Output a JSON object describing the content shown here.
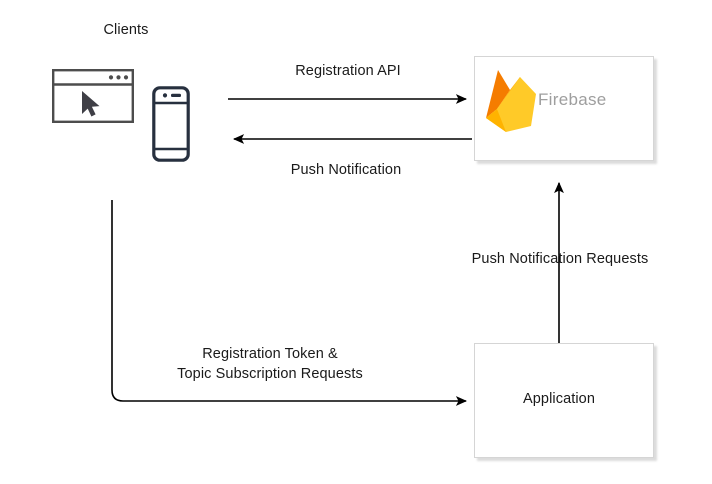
{
  "diagram": {
    "title_label": "Clients",
    "nodes": [
      {
        "id": "firebase",
        "label": "Firebase",
        "icon": "firebase-flame-icon",
        "colors": {
          "flame_dark": "#f57c00",
          "flame_mid": "#ffa000",
          "flame_light": "#ffca28",
          "text": "#9e9e9e"
        }
      },
      {
        "id": "application",
        "label": "Application"
      }
    ],
    "client_icons": [
      {
        "id": "browser",
        "icon": "browser-window-icon"
      },
      {
        "id": "phone",
        "icon": "mobile-phone-icon"
      }
    ],
    "edges": [
      {
        "id": "registration-api",
        "label": "Registration API",
        "from": "clients",
        "to": "firebase",
        "direction": "right"
      },
      {
        "id": "push-notification",
        "label": "Push Notification",
        "from": "firebase",
        "to": "clients",
        "direction": "left"
      },
      {
        "id": "push-notification-requests",
        "label": "Push Notification Requests",
        "from": "application",
        "to": "firebase",
        "direction": "up"
      },
      {
        "id": "registration-token",
        "label_line1": "Registration Token &",
        "label_line2": "Topic Subscription Requests",
        "from": "clients",
        "to": "application",
        "direction": "right"
      }
    ],
    "colors": {
      "stroke": "#000000",
      "box_border": "#d5d5d5",
      "icon_dark": "#27303f",
      "icon_gray": "#4d4d4d",
      "background": "#ffffff"
    }
  }
}
